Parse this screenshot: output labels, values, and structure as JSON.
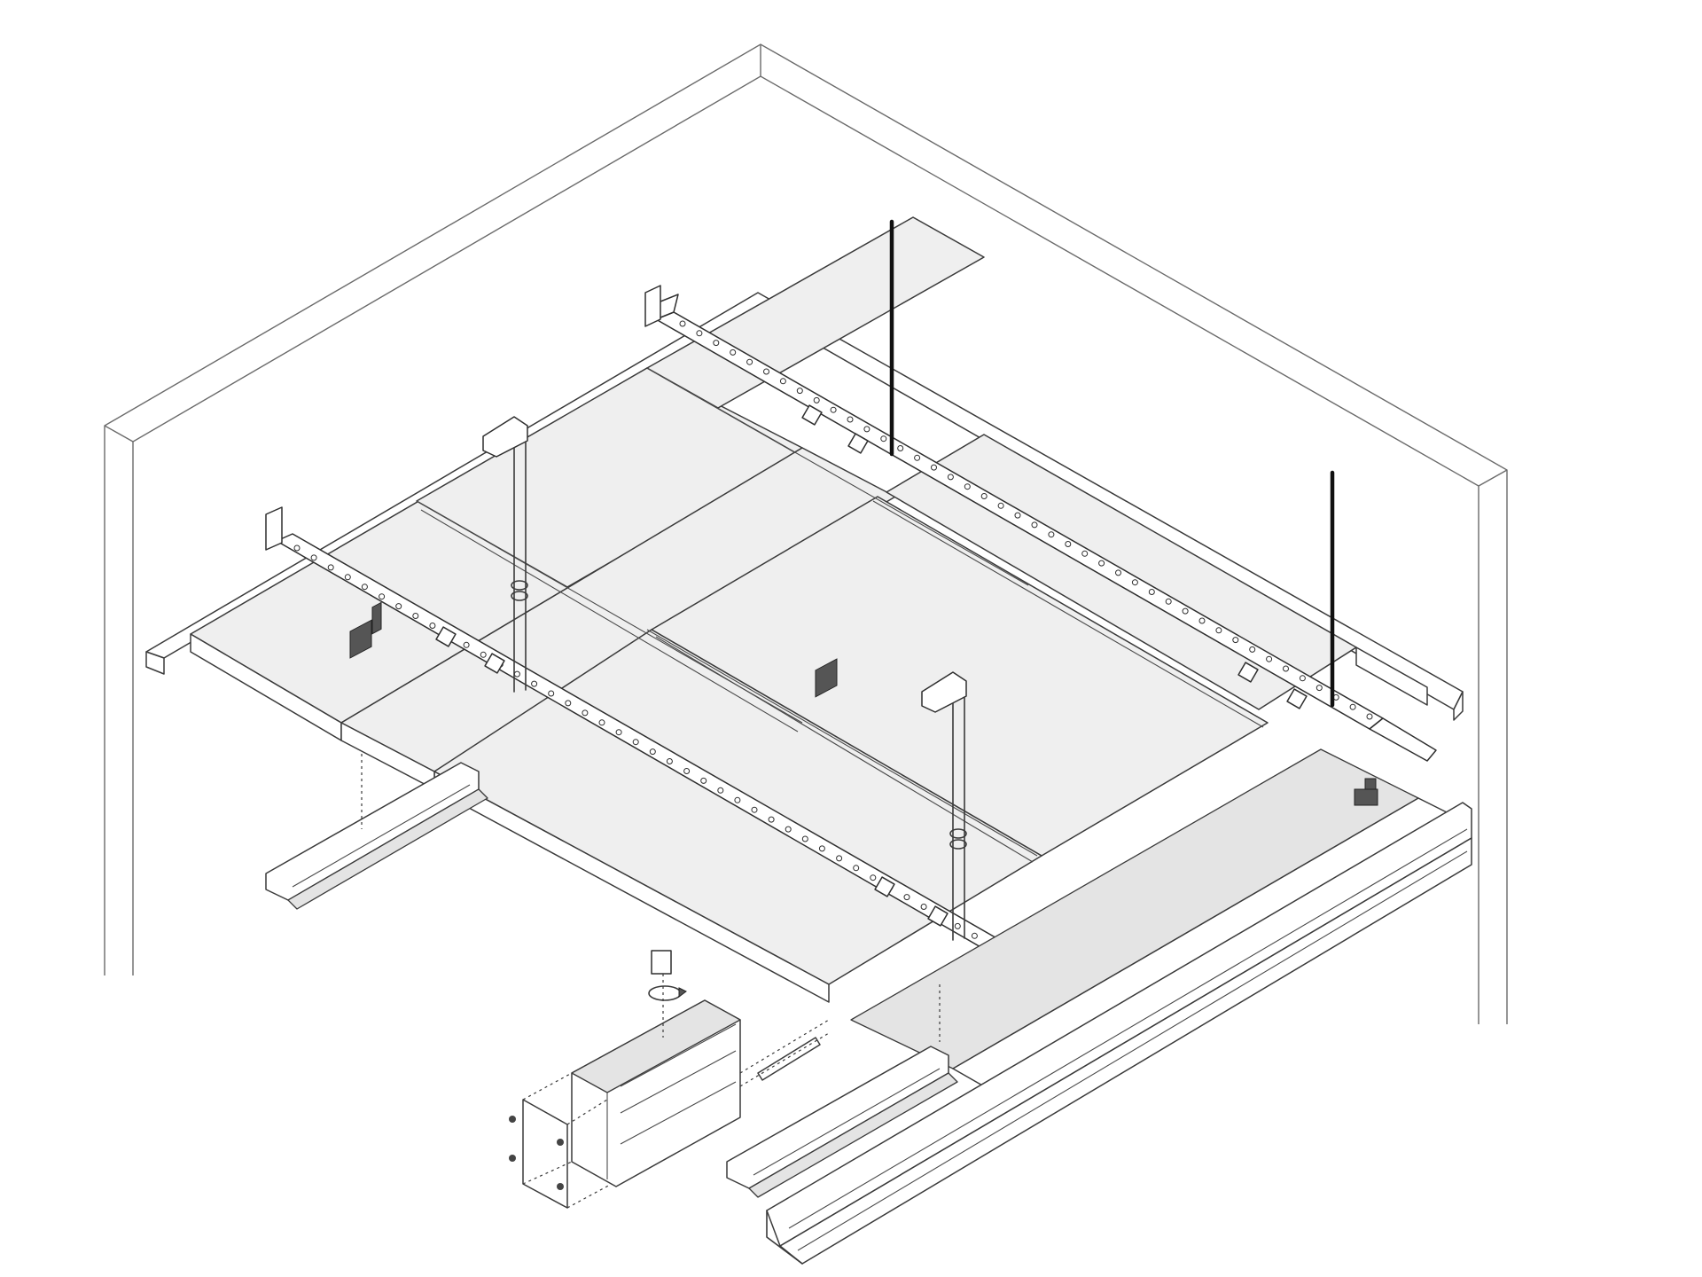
{
  "figure": {
    "kind": "isometric exploded assembly drawing",
    "colors": {
      "line": "#3a3a3a",
      "panel_fill": "#efefef",
      "background": "#ffffff",
      "rod": "#111111"
    },
    "components": [
      {
        "id": "room-corner",
        "label_visible": false
      },
      {
        "id": "ceiling-panels",
        "count": 7
      },
      {
        "id": "perforated-rails",
        "count": 2
      },
      {
        "id": "threaded-rods",
        "count": 2
      },
      {
        "id": "hanger-brackets",
        "count": 2
      },
      {
        "id": "light-channels",
        "count": 2
      },
      {
        "id": "end-cap-assembly",
        "count": 1
      }
    ]
  }
}
